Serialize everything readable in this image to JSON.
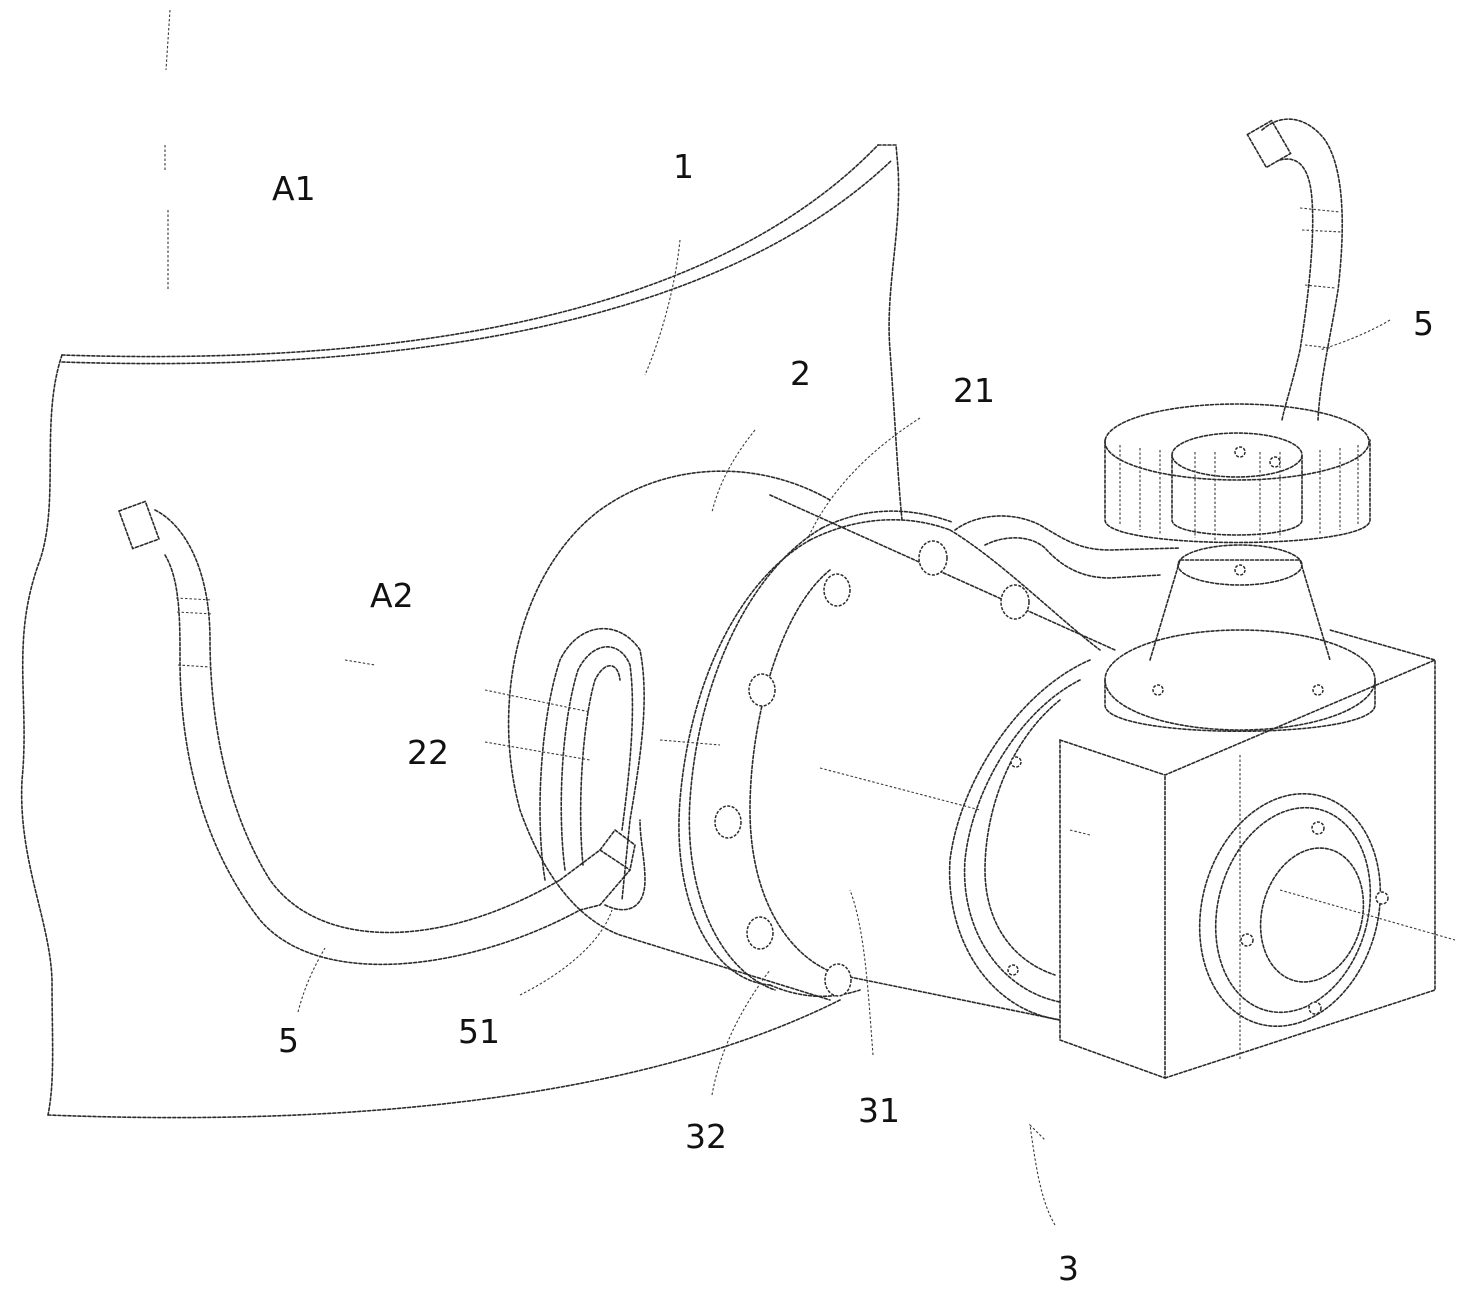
{
  "labels": {
    "a1": "A1",
    "a2": "A2",
    "n1": "1",
    "n2": "2",
    "n21": "21",
    "n22": "22",
    "n5_right": "5",
    "n5_left": "5",
    "n51": "51",
    "n32": "32",
    "n31": "31",
    "n3": "3"
  },
  "colors": {
    "line": "#2b2b2b",
    "background": "#ffffff"
  }
}
